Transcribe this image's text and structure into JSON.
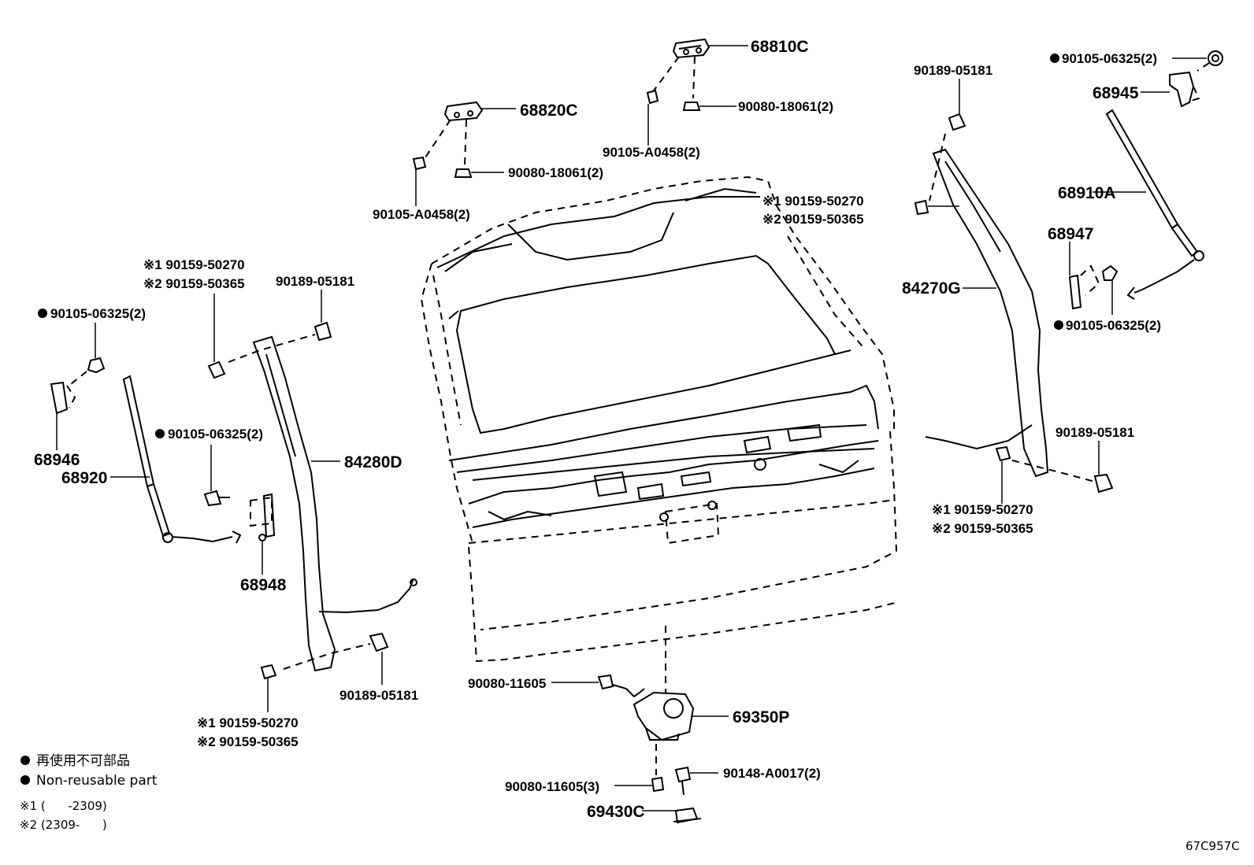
{
  "labels": {
    "p68810C": "68810C",
    "p68820C": "68820C",
    "p90080_18061_top": "90080-18061(2)",
    "p90105_A0458_top": "90105-A0458(2)",
    "p90080_18061_left": "90080-18061(2)",
    "p90105_A0458_left": "90105-A0458(2)",
    "p90189_05181_rt": "90189-05181",
    "p90105_06325_tr": "90105-06325(2)",
    "p68945": "68945",
    "p68910A": "68910A",
    "p68947": "68947",
    "p90105_06325_rm": "90105-06325(2)",
    "p84270G": "84270G",
    "r1_top_right": "※1 90159-50270",
    "r2_top_right": "※2 90159-50365",
    "r1_left_top": "※1 90159-50270",
    "r2_left_top": "※2 90159-50365",
    "p90189_05181_lt": "90189-05181",
    "p90105_06325_l1": "90105-06325(2)",
    "p68946": "68946",
    "p68920": "68920",
    "p90105_06325_l2": "90105-06325(2)",
    "p84280D": "84280D",
    "p68948": "68948",
    "p90189_05181_rb": "90189-05181",
    "r1_right_bottom": "※1 90159-50270",
    "r2_right_bottom": "※2 90159-50365",
    "p90189_05181_lb": "90189-05181",
    "r1_left_bottom": "※1 90159-50270",
    "r2_left_bottom": "※2 90159-50365",
    "p90080_11605": "90080-11605",
    "p69350P": "69350P",
    "p90148_A0017": "90148-A0017(2)",
    "p90080_11605_3": "90080-11605(3)",
    "p69430C": "69430C"
  },
  "legend": {
    "non_reusable_jp": "再使用不可部品",
    "non_reusable_en": "Non-reusable part",
    "note1": "※1 (      -2309)",
    "note2": "※2 (2309-      )"
  },
  "diagram_code": "67C957C"
}
